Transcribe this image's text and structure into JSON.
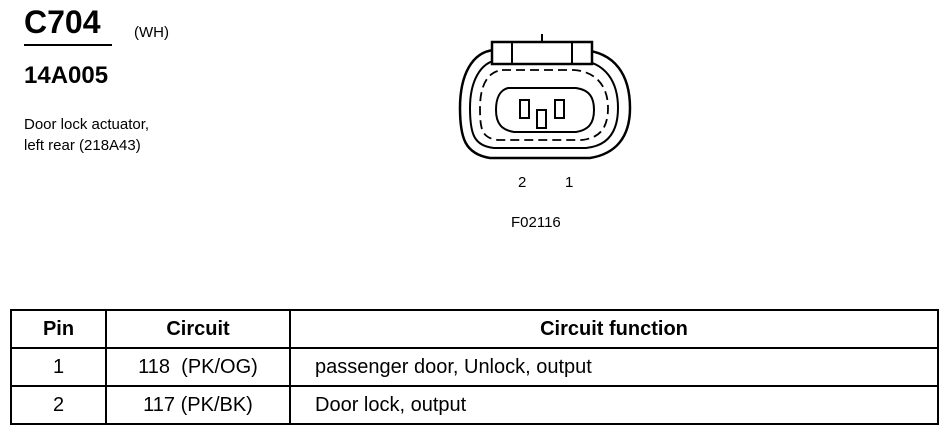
{
  "header": {
    "connector_id": "C704",
    "color_code": "(WH)",
    "part_number": "14A005",
    "description_line1": "Door lock actuator,",
    "description_line2": "left rear (218A43)"
  },
  "diagram": {
    "pin_labels": [
      "2",
      "1"
    ],
    "figure_code": "F02116"
  },
  "table": {
    "headers": {
      "pin": "Pin",
      "circuit": "Circuit",
      "function": "Circuit function"
    },
    "rows": [
      {
        "pin": "1",
        "circuit": "118  (PK/OG)",
        "function": "passenger door, Unlock, output"
      },
      {
        "pin": "2",
        "circuit": "117 (PK/BK)",
        "function": "Door lock, output"
      }
    ]
  }
}
